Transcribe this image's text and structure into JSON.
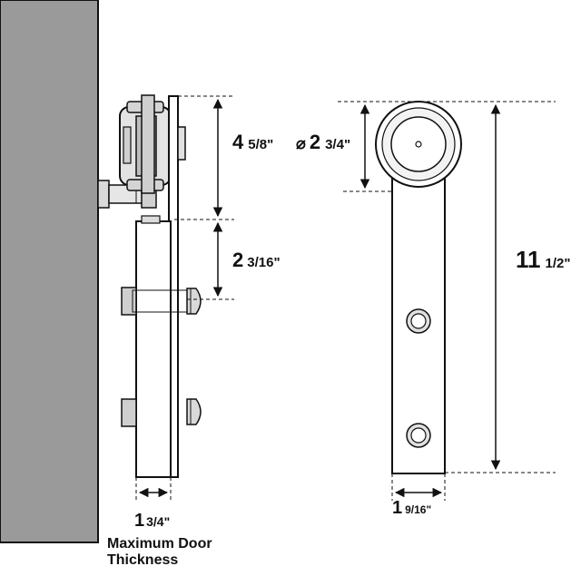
{
  "side_view": {
    "roller_height": {
      "whole": "4",
      "frac": "5/8\""
    },
    "roller_diameter": {
      "symbol": "⌀",
      "whole": "2",
      "frac": "3/4\""
    },
    "bolt_offset": {
      "whole": "2",
      "frac": "3/16\""
    },
    "door_thickness": {
      "whole": "1",
      "frac": "3/4\""
    },
    "caption_line1": "Maximum Door",
    "caption_line2": "Thickness"
  },
  "front_view": {
    "total_height": {
      "whole": "11",
      "frac": "1/2\""
    },
    "strap_width": {
      "whole": "1",
      "frac": "9/16\""
    }
  },
  "colors": {
    "wall": "#9a9a9b",
    "line": "#111111",
    "hardware_light": "#d9d9d9",
    "hardware_mid": "#a8a8a8"
  }
}
